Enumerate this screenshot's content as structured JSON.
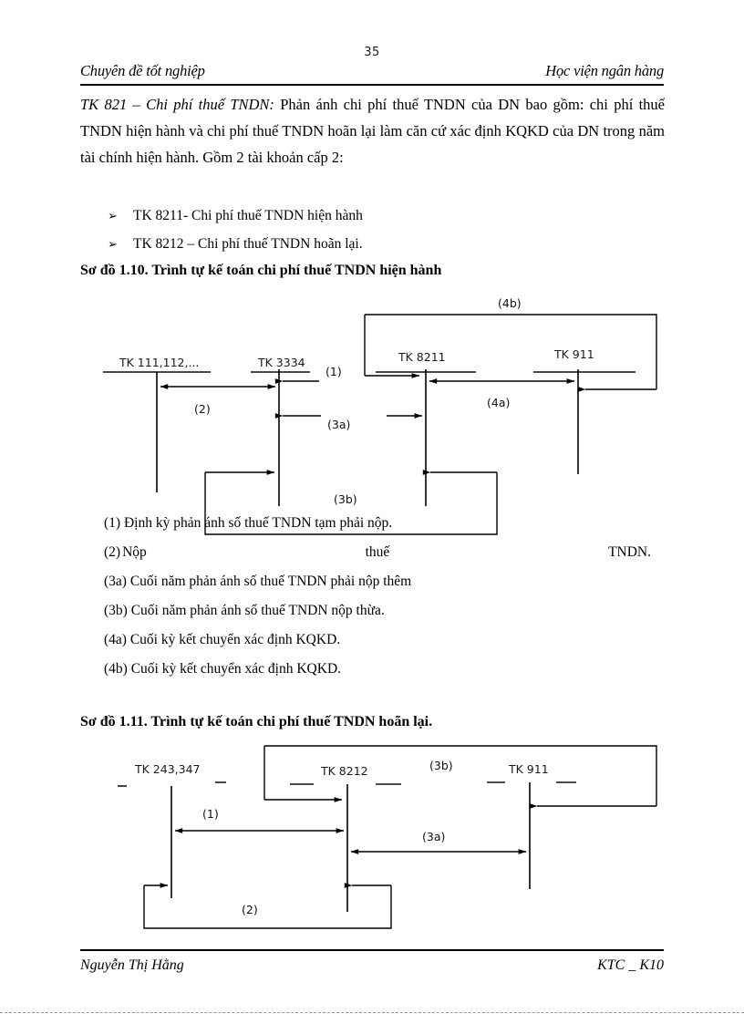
{
  "page": {
    "number": "35",
    "header_left": "Chuyên đề tốt nghiệp",
    "header_right": "Học viện ngân hàng",
    "footer_left": "Nguyễn Thị Hằng",
    "footer_right": "KTC _ K10"
  },
  "body": {
    "paragraph_lead": "TK 821 – Chi phí thuế TNDN:",
    "paragraph_rest": " Phản ánh chi phí thuế TNDN của DN bao gồm: chi phí thuế TNDN hiện hành và chi phí thuế TNDN hoãn lại làm căn cứ xác định KQKD của DN trong năm tài chính hiện hành. Gồm 2 tài khoản cấp 2:",
    "bullets": [
      {
        "marker": "➢",
        "text": "TK 8211- Chi phí thuế TNDN  hiện hành"
      },
      {
        "marker": "➢",
        "text": "TK 8212 – Chi phí thuế TNDN  hoãn lại."
      }
    ]
  },
  "diagram_1": {
    "caption": "Sơ đồ 1.10. Trình tự kế toán chi phí thuế TNDN  hiện hành",
    "accounts": [
      {
        "name": "TK 111,112,..."
      },
      {
        "name": "TK 3334"
      },
      {
        "name": "TK 8211"
      },
      {
        "name": "TK 911"
      }
    ],
    "refs": [
      {
        "label": "(4b)"
      },
      {
        "label": "(1)"
      },
      {
        "label": "(2)"
      },
      {
        "label": "(3a)"
      },
      {
        "label": "(4a)"
      },
      {
        "label": "(3b)"
      }
    ],
    "legend": [
      {
        "num": "(1)",
        "text": "Định kỳ phản ánh số thuế TNDN  tạm phải nộp."
      },
      {
        "num": "(2)",
        "text_a": "Nộp",
        "text_b": "thuế",
        "text_c": "TNDN."
      },
      {
        "num": "(3a)",
        "text": "Cuối năm phản ánh số thuế TNDN  phải nộp thêm"
      },
      {
        "num": "(3b)",
        "text": "Cuối năm phản ánh số thuế TNDN  nộp thừa."
      },
      {
        "num": "(4a)",
        "text": "Cuối kỳ kết chuyển xác định KQKD."
      },
      {
        "num": "(4b)",
        "text": "Cuối kỳ kết chuyển xác định KQKD."
      }
    ]
  },
  "diagram_2": {
    "caption": "Sơ đồ 1.11. Trình tự kế toán chi phí thuế TNDN  hoãn lại.",
    "accounts": [
      {
        "name": "TK 243,347"
      },
      {
        "name": "TK 8212"
      },
      {
        "name": "TK 911"
      }
    ],
    "refs": [
      {
        "label": "(3b)"
      },
      {
        "label": "(1)"
      },
      {
        "label": "(3a)"
      },
      {
        "label": "(2)"
      }
    ]
  },
  "colors": {
    "ink": "#000000",
    "rule": "#000000",
    "account_rule": "#4a4a4a"
  }
}
